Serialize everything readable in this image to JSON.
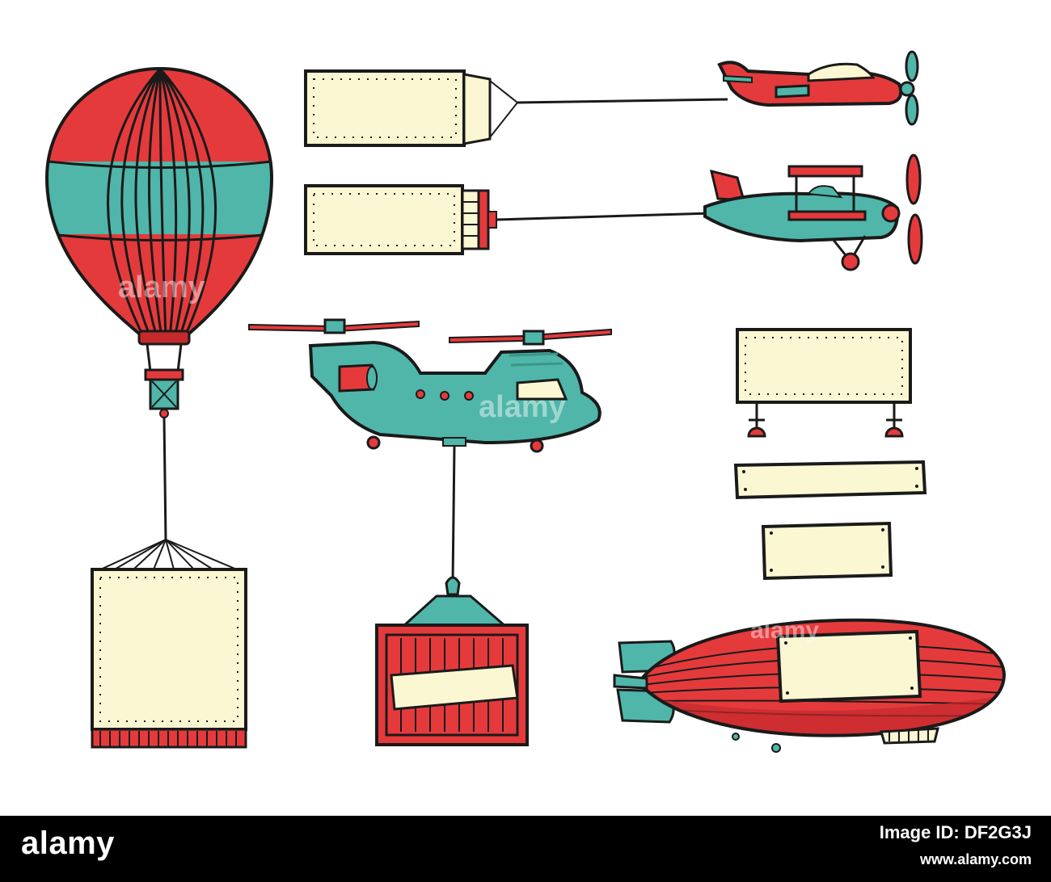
{
  "watermark": {
    "text": "alamy"
  },
  "footer": {
    "logo": "alamy",
    "image_id_label": "Image ID: DF2G3J",
    "url": "www.alamy.com"
  },
  "colors": {
    "red": "#e53a3c",
    "dark_red": "#c42a2c",
    "teal": "#4fb6a9",
    "dark_teal": "#3a968b",
    "cream": "#fbf7d3",
    "outline": "#1a1a1a"
  }
}
